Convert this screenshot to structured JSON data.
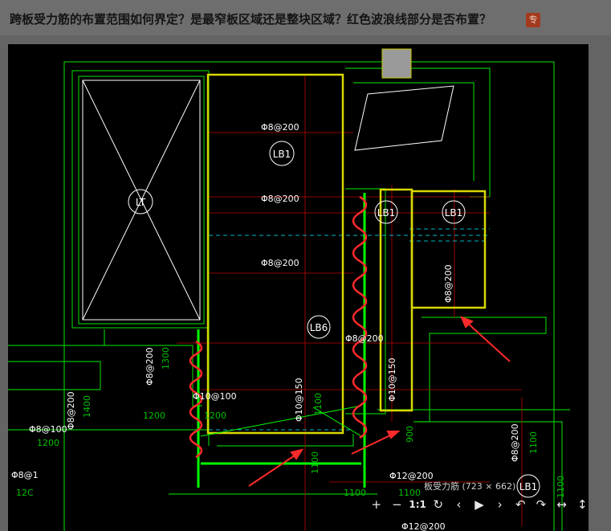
{
  "post": {
    "question": "跨板受力筋的布置范围如何界定？是最窄板区域还是整块区域？红色波浪线部分是否布置？",
    "badge": "专"
  },
  "viewer": {
    "image_caption": "板受力筋 (723 × 662)",
    "toolbar": [
      {
        "name": "zoom-in-button",
        "glyph": "+"
      },
      {
        "name": "zoom-out-button",
        "glyph": "−"
      },
      {
        "name": "actual-size-button",
        "glyph": "1:1"
      },
      {
        "name": "reset-button",
        "glyph": "↻"
      },
      {
        "name": "prev-button",
        "glyph": "‹"
      },
      {
        "name": "play-button",
        "glyph": "▶"
      },
      {
        "name": "next-button",
        "glyph": "›"
      },
      {
        "name": "rotate-left-button",
        "glyph": "↶"
      },
      {
        "name": "rotate-right-button",
        "glyph": "↷"
      },
      {
        "name": "flip-horizontal-button",
        "glyph": "↔"
      },
      {
        "name": "flip-vertical-button",
        "glyph": "↕"
      }
    ]
  },
  "drawing": {
    "labels": {
      "lt": "LT",
      "lb1_top": "LB1",
      "lb1_mid": "LB1",
      "lb1_right": "LB1",
      "lb6": "LB6",
      "lb1_bottom": "LB1",
      "r1": "Φ8@200",
      "r2": "Φ8@200",
      "r3": "Φ8@200",
      "r4": "Φ8@200",
      "r5": "Φ8@200",
      "r6": "Φ10@100",
      "r7": "Φ10@150",
      "r8": "Φ10@150",
      "r9": "Φ8@200",
      "r10": "Φ8@200",
      "r11": "Φ8@100",
      "r12": "Φ8@200",
      "r13": "Φ12@200",
      "r14": "Φ12@200",
      "r15": "Φ8@1",
      "d1": "1300",
      "d2": "1400",
      "d3": "1200",
      "d4": "1200",
      "d5": "1200",
      "d6": "1100",
      "d7": "1100",
      "d8": "1100",
      "d9": "900",
      "d10": "1100",
      "d11": "1100",
      "d12": "1100",
      "d13": "12C"
    },
    "colors": {
      "wall": "#00c000",
      "slab_outline": "#d8d800",
      "axis": "#d00000",
      "annotation": "#ffffff",
      "bright_green": "#00ff00",
      "wavy_red": "#ff2a2a",
      "cyan": "#00b8c8"
    }
  }
}
